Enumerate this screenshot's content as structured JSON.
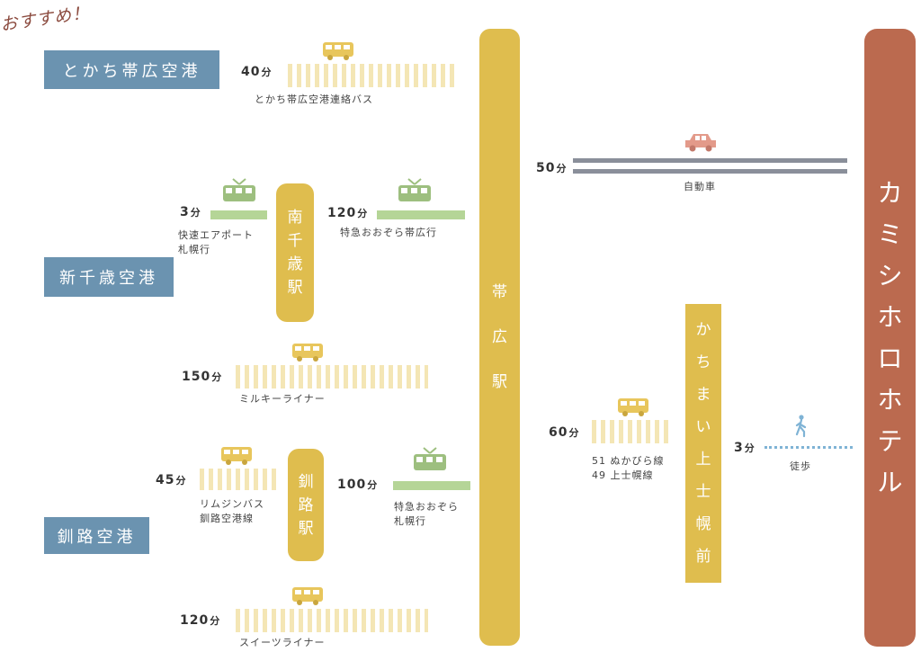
{
  "recommend": "おすすめ！",
  "airports": {
    "tokachi": "とかち帯広空港",
    "chitose": "新千歳空港",
    "kushiro": "釧路空港"
  },
  "stations": {
    "minami_chitose": [
      "南",
      "千",
      "歳",
      "駅"
    ],
    "kushiro": [
      "釧",
      "路",
      "駅"
    ],
    "obihiro": [
      "帯",
      "広",
      "駅"
    ],
    "kachimai": [
      "か",
      "ち",
      "ま",
      "い",
      "上",
      "士",
      "幌",
      "前"
    ]
  },
  "hotel": [
    "カ",
    "ミ",
    "シ",
    "ホ",
    "ロ",
    "ホ",
    "テ",
    "ル"
  ],
  "routes": {
    "tokachi_bus": {
      "time": "40",
      "unit": "分",
      "line1": "とかち帯広空港連絡バス"
    },
    "chitose_rapid": {
      "time": "3",
      "unit": "分",
      "line1": "快速エアポート",
      "line2": "札幌行"
    },
    "ozora_obihiro": {
      "time": "120",
      "unit": "分",
      "line1": "特急おおぞら帯広行"
    },
    "milky": {
      "time": "150",
      "unit": "分",
      "line1": "ミルキーライナー"
    },
    "limousine": {
      "time": "45",
      "unit": "分",
      "line1": "リムジンバス",
      "line2": "釧路空港線"
    },
    "ozora_sapporo": {
      "time": "100",
      "unit": "分",
      "line1": "特急おおぞら",
      "line2": "札幌行"
    },
    "sweets": {
      "time": "120",
      "unit": "分",
      "line1": "スイーツライナー"
    },
    "car": {
      "time": "50",
      "unit": "分",
      "line1": "自動車"
    },
    "bus60": {
      "time": "60",
      "unit": "分",
      "line1": "51 ぬかびら線",
      "line2": "49 上士幌線"
    },
    "walk": {
      "time": "3",
      "unit": "分",
      "line1": "徒歩"
    }
  },
  "colors": {
    "airport": "#6b93b0",
    "station": "#dfbd4e",
    "hotel": "#bb6a4f",
    "bus": "#f4e6b5",
    "train": "#b5d597",
    "car": "#8a8f9a",
    "walk": "#7fb3d5"
  },
  "icons": [
    "bus-icon",
    "train-icon",
    "car-icon",
    "walker-icon"
  ]
}
